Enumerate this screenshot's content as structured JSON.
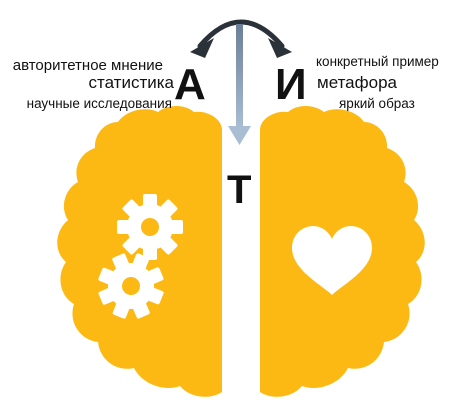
{
  "left": {
    "letter": "А",
    "items": [
      "авторитетное мнение",
      "статистика",
      "научные исследования"
    ],
    "icon": "gears-icon"
  },
  "right": {
    "letter": "И",
    "items": [
      "конкретный пример",
      "метафора",
      "яркий образ"
    ],
    "icon": "heart-icon"
  },
  "center": {
    "letter": "Т"
  },
  "colors": {
    "brain": "#FDB913",
    "arrow_dark": "#2b3138",
    "arrow_light": "#8fa4bc",
    "icon": "#ffffff",
    "text": "#111111"
  }
}
